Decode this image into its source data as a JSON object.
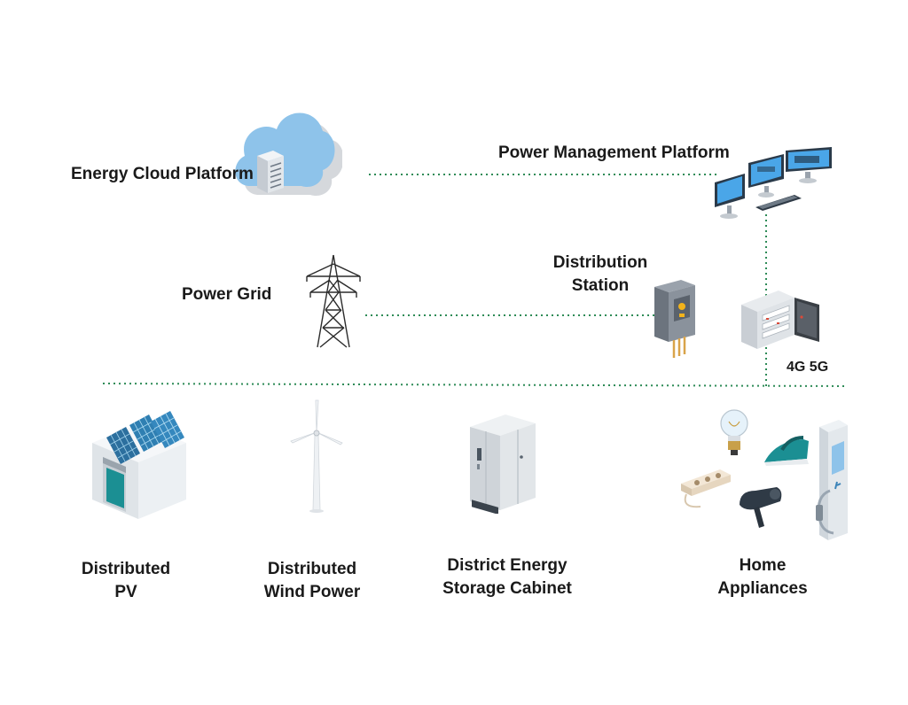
{
  "colors": {
    "connector": "#2e8b57",
    "cloud": "#8ec3ea",
    "cloud_shadow": "#d5d8dc",
    "screen": "#4aa6e8",
    "cabinet": "#d9dde2",
    "building": "#e6eaee",
    "teal": "#1b8f93"
  },
  "labels": {
    "energy_cloud": "Energy Cloud Platform",
    "power_mgmt": "Power Management Platform",
    "power_grid": "Power Grid",
    "distribution_station_1": "Distribution",
    "distribution_station_2": "Station",
    "network": "4G 5G",
    "pv_1": "Distributed",
    "pv_2": "PV",
    "wind_1": "Distributed",
    "wind_2": "Wind Power",
    "storage_1": "District Energy",
    "storage_2": "Storage Cabinet",
    "home_1": "Home",
    "home_2": "Appliances"
  },
  "icons": {
    "cloud": "cloud-server-icon",
    "monitors": "monitors-icon",
    "tower": "transmission-tower-icon",
    "meter": "meter-box-icon",
    "panel": "electrical-panel-icon",
    "pv": "solar-building-icon",
    "wind": "wind-turbine-icon",
    "storage": "storage-cabinet-icon",
    "bulb": "light-bulb-icon",
    "iron": "iron-icon",
    "strip": "power-strip-icon",
    "dryer": "hair-dryer-icon",
    "charger": "ev-charger-icon"
  }
}
